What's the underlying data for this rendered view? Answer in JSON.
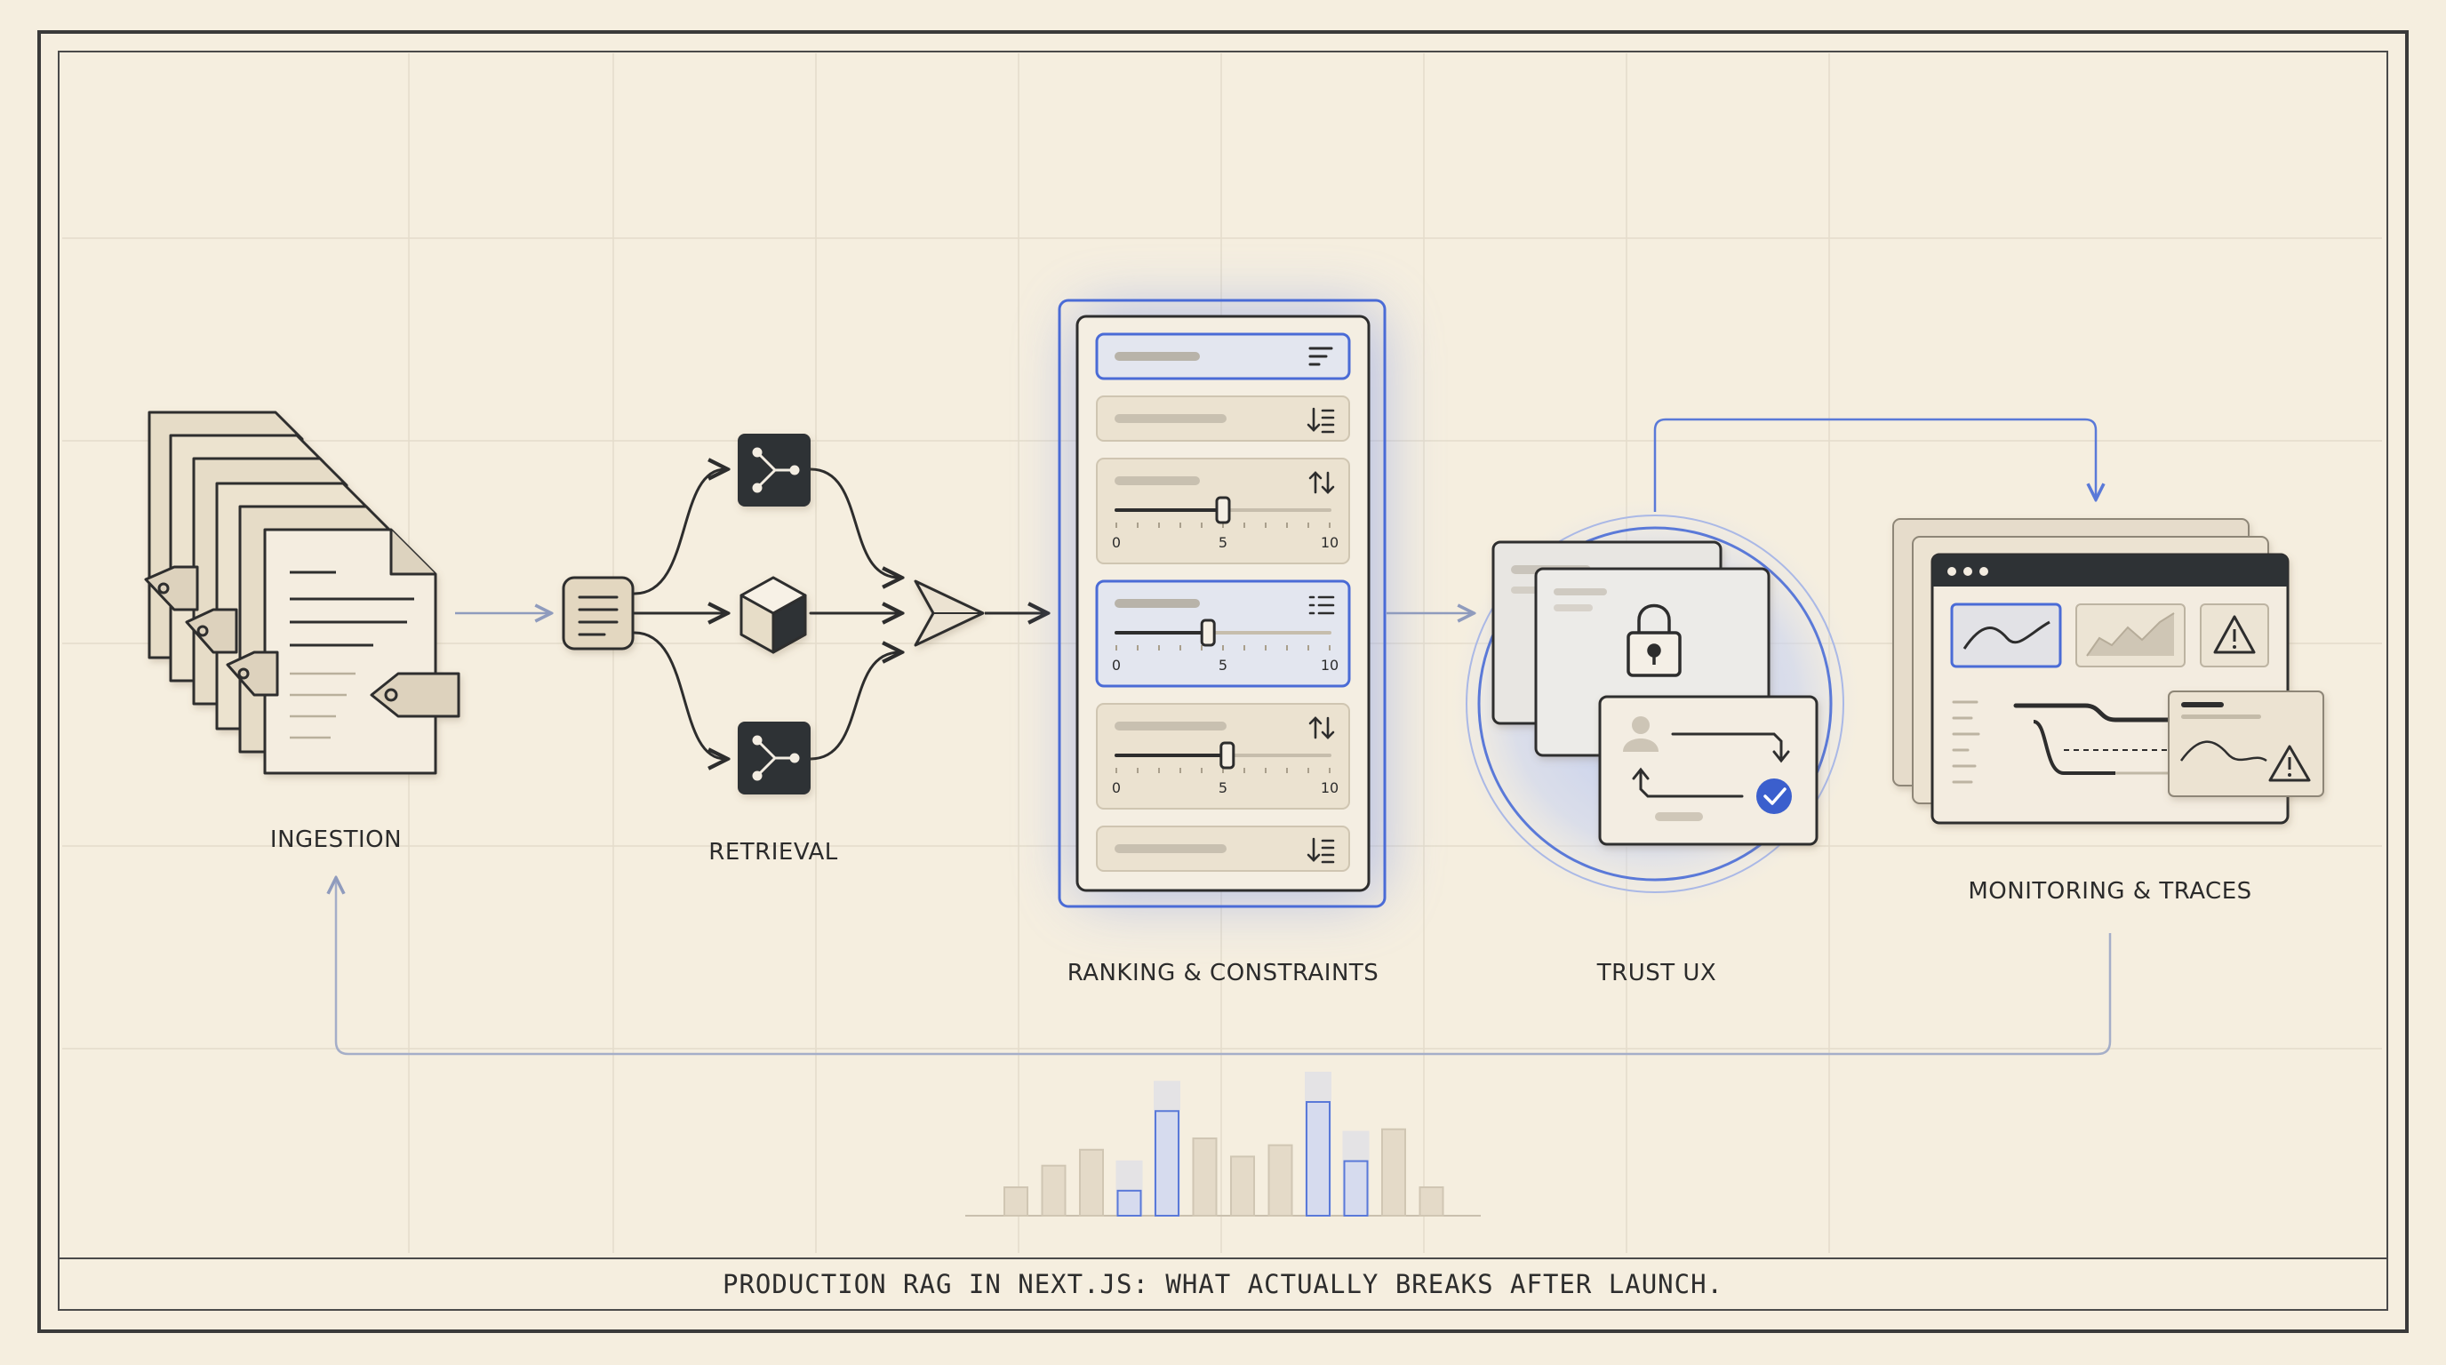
{
  "stages": {
    "ingestion": "INGESTION",
    "retrieval": "RETRIEVAL",
    "ranking": "RANKING & CONSTRAINTS",
    "trust": "TRUST UX",
    "monitoring": "MONITORING & TRACES"
  },
  "sliders": [
    {
      "min": "0",
      "mid": "5",
      "max": "10",
      "value": 5
    },
    {
      "min": "0",
      "mid": "5",
      "max": "10",
      "value": 4.3
    },
    {
      "min": "0",
      "mid": "5",
      "max": "10",
      "value": 5.2
    }
  ],
  "footer": {
    "title": "PRODUCTION RAG IN NEXT.JS: WHAT ACTUALLY BREAKS AFTER LAUNCH."
  },
  "icons": {
    "stacked_documents": "documents-stack-icon",
    "document": "document-icon",
    "branch_vector": "branch-icon",
    "keyword_cube": "cube-icon",
    "merge": "merge-icon",
    "lock": "lock-icon",
    "check": "check-icon",
    "warning": "warning-icon"
  },
  "colors": {
    "background": "#f5eedf",
    "ink": "#2d2d2d",
    "accent_blue": "#4a6bd6",
    "card": "#ebe2d0",
    "dark_tile": "#2f3034"
  },
  "bars": [
    0.25,
    0.44,
    0.58,
    0.22,
    0.92,
    0.68,
    0.52,
    0.62,
    1.0,
    0.48,
    0.76,
    0.25
  ],
  "bars_highlight": [
    false,
    false,
    false,
    true,
    true,
    false,
    false,
    false,
    true,
    true,
    false,
    false
  ]
}
